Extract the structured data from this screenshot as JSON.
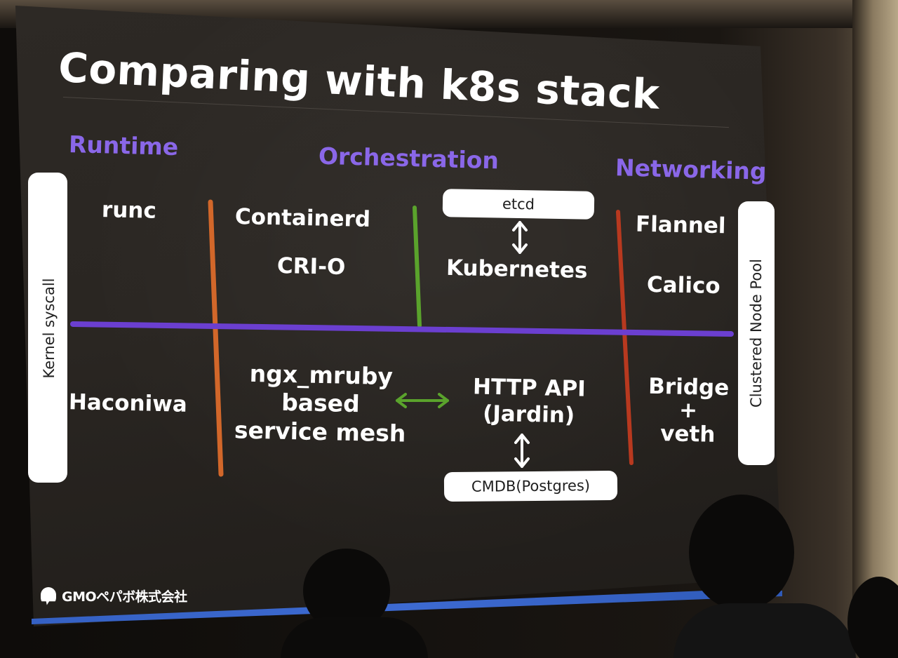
{
  "slide": {
    "title": "Comparing with k8s stack",
    "headers": {
      "runtime": "Runtime",
      "orchestration": "Orchestration",
      "networking": "Networking"
    },
    "side_labels": {
      "left": "Kernel syscall",
      "right": "Clustered Node Pool"
    },
    "top_row": {
      "runtime": "runc",
      "container_runtimes": [
        "Containerd",
        "CRI-O"
      ],
      "store": "etcd",
      "orchestrator": "Kubernetes",
      "networking": [
        "Flannel",
        "Calico"
      ]
    },
    "bottom_row": {
      "runtime": "Haconiwa",
      "service_mesh": "ngx_mruby\nbased\nservice mesh",
      "api": "HTTP API\n(Jardin)",
      "store": "CMDB(Postgres)",
      "networking": "Bridge +\nveth"
    },
    "logo_text": "GMOペパボ株式会社"
  },
  "colors": {
    "header": "#8a67e8",
    "runtime_divider": "#d2672a",
    "orchestration_divider": "#5aa32c",
    "networking_divider": "#b8391f",
    "horizontal_divider": "#6b3fd0",
    "mesh_arrow": "#5aa32c",
    "footer_bar": "#3d6ad1"
  }
}
